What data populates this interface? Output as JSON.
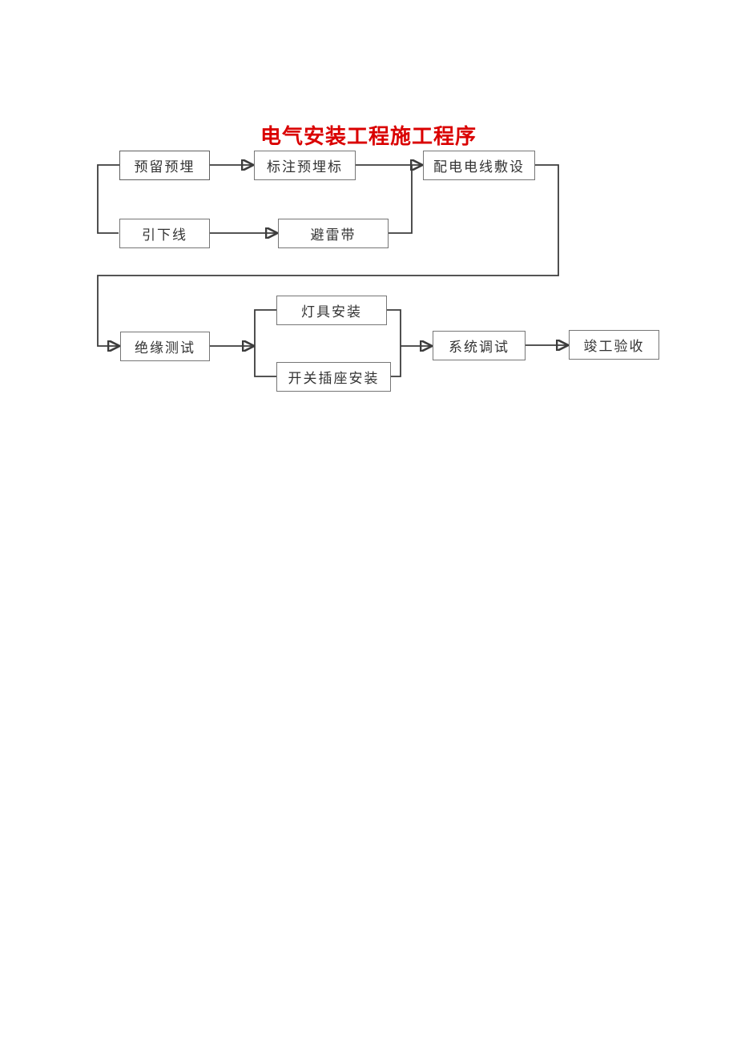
{
  "title": {
    "text": "电气安装工程施工程序",
    "color": "#da0000"
  },
  "flowchart": {
    "nodes": [
      {
        "id": "yuliu-yumai",
        "label": "预留预埋"
      },
      {
        "id": "biaozhu-yumaibiao",
        "label": "标注预埋标"
      },
      {
        "id": "peidian-fushe",
        "label": "配电电线敷设"
      },
      {
        "id": "yinxiaxian",
        "label": "引下线"
      },
      {
        "id": "bileidai",
        "label": "避雷带"
      },
      {
        "id": "jueyuan-ceshi",
        "label": "绝缘测试"
      },
      {
        "id": "dengju-anzhuang",
        "label": "灯具安装"
      },
      {
        "id": "kaiguan-chazuo",
        "label": "开关插座安装"
      },
      {
        "id": "xitong-tiaoshi",
        "label": "系统调试"
      },
      {
        "id": "jungong-yanshou",
        "label": "竣工验收"
      }
    ],
    "edges": [
      {
        "from": "预留预埋",
        "to": "标注预埋标",
        "style": "arrow"
      },
      {
        "from": "标注预埋标",
        "to": "配电电线敷设",
        "style": "arrow"
      },
      {
        "from": "预留预埋",
        "to": "引下线",
        "style": "plain-elbow-left"
      },
      {
        "from": "引下线",
        "to": "避雷带",
        "style": "arrow"
      },
      {
        "from": "避雷带",
        "to": "配电电线敷设",
        "style": "plain-merge-up"
      },
      {
        "from": "配电电线敷设",
        "to": "绝缘测试",
        "style": "arrow-long-wrap"
      },
      {
        "from": "绝缘测试",
        "to": "灯具安装",
        "style": "arrow-fork"
      },
      {
        "from": "绝缘测试",
        "to": "开关插座安装",
        "style": "arrow-fork"
      },
      {
        "from": "灯具安装",
        "to": "系统调试",
        "style": "plain-merge-arrow"
      },
      {
        "from": "开关插座安装",
        "to": "系统调试",
        "style": "plain-merge-arrow"
      },
      {
        "from": "系统调试",
        "to": "竣工验收",
        "style": "arrow"
      }
    ],
    "colors": {
      "box_border": "#767676",
      "line": "#3c3c3c",
      "text": "#333333",
      "background": "#ffffff"
    }
  }
}
